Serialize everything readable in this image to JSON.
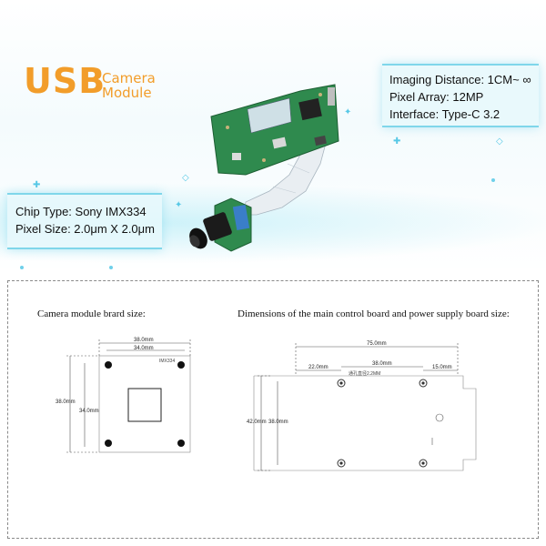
{
  "logo": {
    "brand": "USB",
    "subtitle_line1": "Camera",
    "subtitle_line2": "Module"
  },
  "specs_right": [
    "Imaging Distance: 1CM~ ∞",
    "Pixel Array:  12MP",
    "Interface: Type-C 3.2"
  ],
  "specs_left": [
    "Chip Type: Sony IMX334",
    "Pixel Size: 2.0μm X 2.0μm"
  ],
  "dimensions": {
    "left_title": "Camera module brard size:",
    "right_title": "Dimensions of the main control board and power supply board size:",
    "camera_board": {
      "width_outer": "38.0mm",
      "width_inner": "34.0mm",
      "height_outer": "38.0mm",
      "height_inner": "34.0mm",
      "board_text": "IMX334"
    },
    "main_board": {
      "width_total": "75.0mm",
      "left_offset": "22.0mm",
      "hole_span": "38.0mm",
      "right_offset": "15.0mm",
      "hole_note": "通孔直径2.2MM",
      "height_outer": "42.0mm",
      "height_inner": "38.0mm"
    }
  },
  "colors": {
    "accent": "#f29d2a",
    "glow": "#7fd6ea",
    "pcb": "#2f8a4e"
  }
}
